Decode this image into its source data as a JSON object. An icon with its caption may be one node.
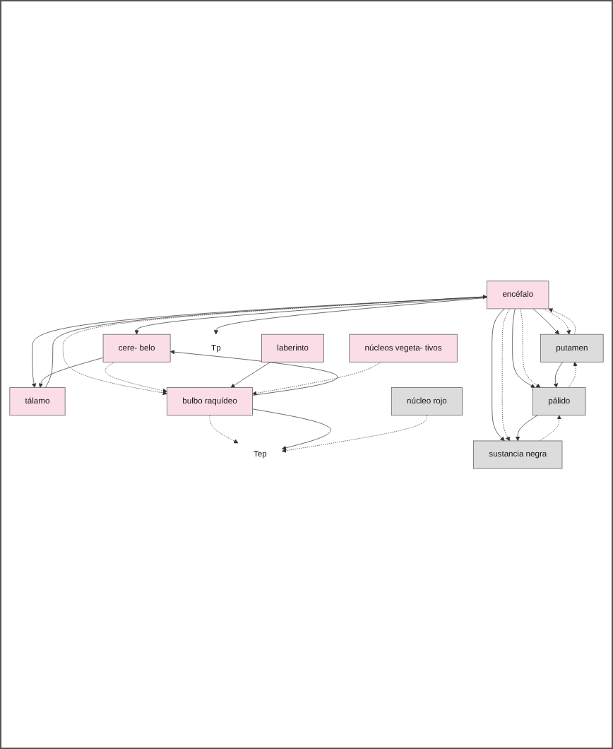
{
  "diagram": {
    "nodes": [
      {
        "text": [
          "encéfalo"
        ]
      },
      {
        "text": [
          "tálamo"
        ]
      },
      {
        "text": [
          "putamen"
        ]
      },
      {
        "text": [
          "pálido"
        ]
      },
      {
        "text": [
          "sustancia negra"
        ]
      },
      {
        "text": [
          "núcleo rojo"
        ]
      },
      {
        "text": [
          "cere- belo"
        ]
      },
      {
        "text": [
          "bulbo raquídeo"
        ]
      },
      {
        "text": [
          "laberinto"
        ]
      },
      {
        "text": [
          "núcleos vegeta- tivos"
        ]
      },
      {
        "text": [
          "Tep"
        ]
      },
      {
        "text": [
          "Tp"
        ]
      }
    ],
    "edges": [
      {
        "from": 0,
        "to": 1,
        "arrow": "to"
      },
      {
        "from": 1,
        "to": 0,
        "arrow": "to"
      },
      {
        "from": 0,
        "to": 2,
        "arrow": "to"
      },
      {
        "from": 0,
        "to": 2,
        "arrow": "to",
        "style": "dashed"
      },
      {
        "from": 2,
        "to": 0,
        "arrow": "to",
        "style": "dashed"
      },
      {
        "from": 0,
        "to": 3,
        "arrow": "to"
      },
      {
        "from": 0,
        "to": 3,
        "arrow": "to",
        "style": "dashed"
      },
      {
        "from": 2,
        "to": 3,
        "arrow": "to"
      },
      {
        "from": 3,
        "to": 2,
        "arrow": "to",
        "style": "dashed"
      },
      {
        "from": 0,
        "to": 4,
        "arrow": "to"
      },
      {
        "from": 0,
        "to": 4,
        "arrow": "to",
        "style": "dashed"
      },
      {
        "from": 3,
        "to": 4,
        "arrow": "to"
      },
      {
        "from": 4,
        "to": 3,
        "arrow": "to",
        "style": "dashed"
      },
      {
        "from": 6,
        "to": 1,
        "arrow": "to"
      },
      {
        "from": 0,
        "to": 6,
        "arrow": "to"
      },
      {
        "from": 0,
        "to": 7,
        "arrow": "to",
        "style": "dashed"
      },
      {
        "from": 6,
        "to": 7,
        "arrow": "to",
        "style": "dashed"
      },
      {
        "from": 7,
        "to": 6,
        "arrow": "to"
      },
      {
        "from": 8,
        "to": 7,
        "arrow": "to"
      },
      {
        "from": 9,
        "to": 7,
        "arrow": "to",
        "style": "dashed"
      },
      {
        "from": 7,
        "to": 10,
        "arrow": "to",
        "style": "dashed"
      },
      {
        "from": 7,
        "to": 10,
        "arrow": "to"
      },
      {
        "from": 5,
        "to": 10,
        "arrow": "to",
        "style": "dashed"
      },
      {
        "from": 0,
        "to": 11,
        "arrow": "to"
      }
    ]
  }
}
